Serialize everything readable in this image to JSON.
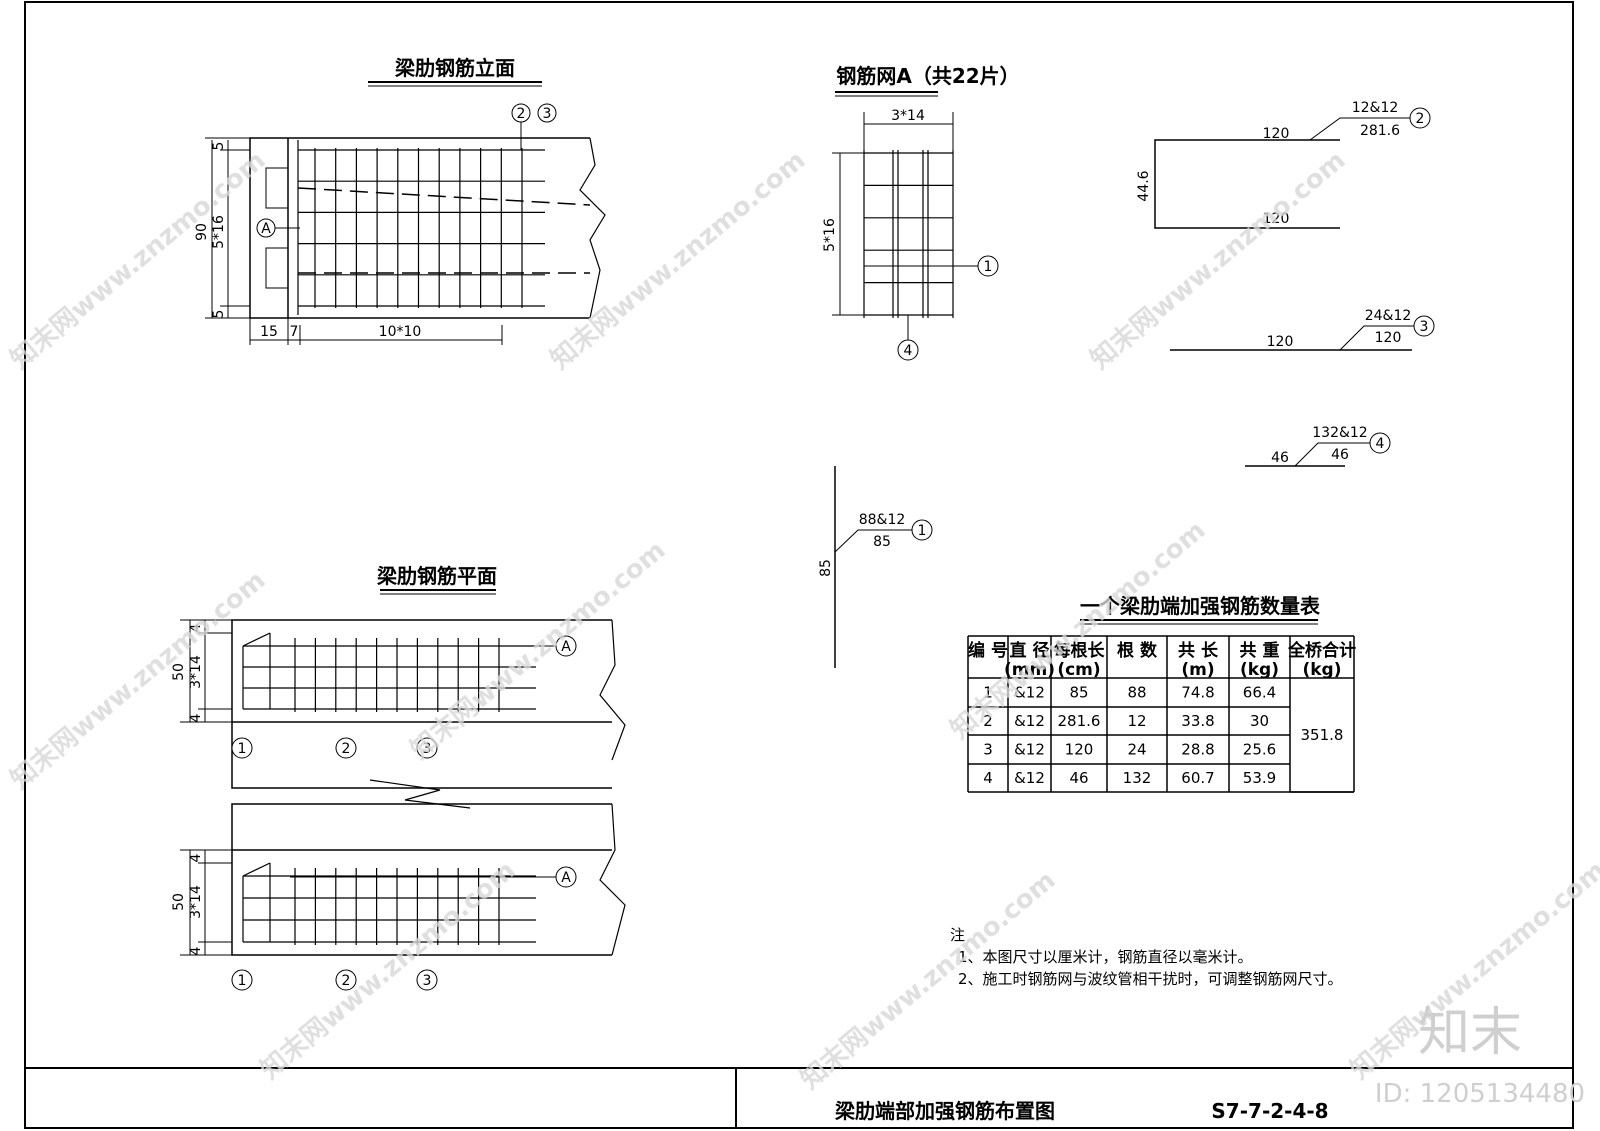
{
  "drawings": {
    "elevation_title": "梁肋钢筋立面",
    "plan_title": "梁肋钢筋平面",
    "mesh_title": "钢筋网A（共22片）"
  },
  "elevation_dims": {
    "total_height": "90",
    "inner_height": "5*16",
    "top_cover": "5",
    "bottom_cover": "5",
    "left_1": "15",
    "left_2": "7",
    "spacing": "10*10",
    "mesh_marker": "A",
    "bar_marker_2": "2",
    "bar_marker_3": "3"
  },
  "plan_dims": {
    "total_width": "50",
    "inner_width": "3*14",
    "cover": "4",
    "mesh_marker": "A",
    "bar_marker_1": "1",
    "bar_marker_2": "2",
    "bar_marker_3": "3"
  },
  "mesh_dims": {
    "width": "3*14",
    "height": "5*16",
    "bar_marker_1": "1",
    "bar_marker_4": "4"
  },
  "bars": {
    "b2": {
      "spec": "12&12",
      "length": "281.6",
      "marker": "2",
      "leg_top": "120",
      "leg_bottom": "120",
      "height": "44.6"
    },
    "b3": {
      "spec": "24&12",
      "length": "120",
      "marker": "3",
      "leg": "120"
    },
    "b4": {
      "spec": "132&12",
      "length": "46",
      "marker": "4",
      "leg": "46"
    },
    "b1": {
      "spec": "88&12",
      "length": "85",
      "marker": "1",
      "height": "85"
    }
  },
  "table": {
    "title": "一个梁肋端加强钢筋数量表",
    "headers": [
      [
        "编 号",
        ""
      ],
      [
        "直 径",
        "(mm)"
      ],
      [
        "每根长",
        "(cm)"
      ],
      [
        "根 数",
        ""
      ],
      [
        "共 长",
        "(m)"
      ],
      [
        "共 重",
        "(kg)"
      ],
      [
        "全桥合计",
        "(kg)"
      ]
    ],
    "rows": [
      [
        "1",
        "&12",
        "85",
        "88",
        "74.8",
        "66.4"
      ],
      [
        "2",
        "&12",
        "281.6",
        "12",
        "33.8",
        "30"
      ],
      [
        "3",
        "&12",
        "120",
        "24",
        "28.8",
        "25.6"
      ],
      [
        "4",
        "&12",
        "46",
        "132",
        "60.7",
        "53.9"
      ]
    ],
    "total": "351.8"
  },
  "notes": {
    "heading": "注",
    "line1": "1、本图尺寸以厘米计，钢筋直径以毫米计。",
    "line2": "2、施工时钢筋网与波纹管相干扰时，可调整钢筋网尺寸。"
  },
  "title_block": {
    "drawing_name": "梁肋端部加强钢筋布置图",
    "drawing_no": "S7-7-2-4-8"
  },
  "watermark": {
    "site": "知末网www.znzmo.com",
    "logo": "知末",
    "id": "ID: 1205134480"
  }
}
